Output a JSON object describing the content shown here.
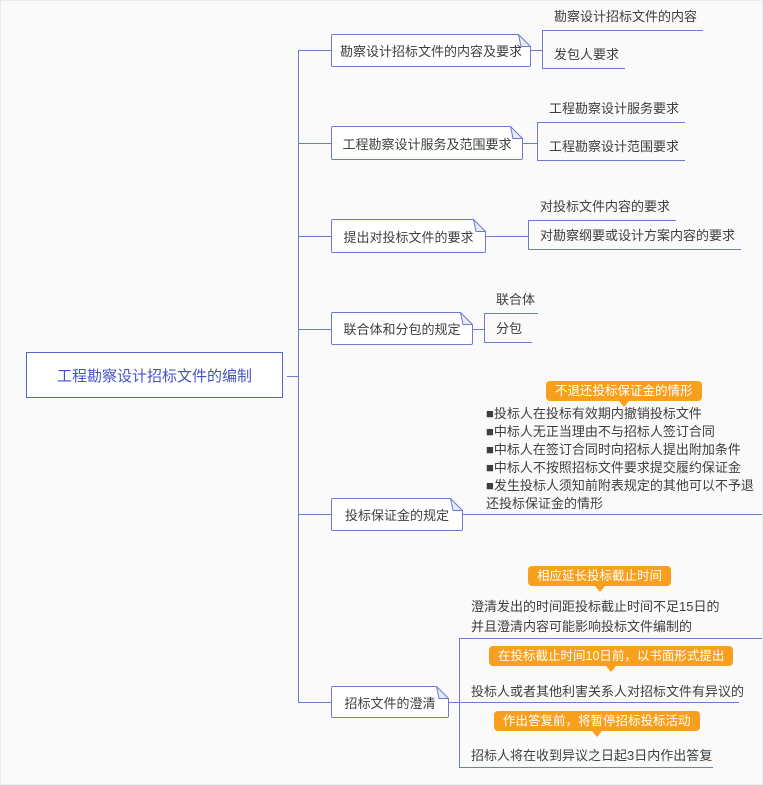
{
  "root": {
    "label": "工程勘察设计招标文件的编制"
  },
  "colors": {
    "background": "#fafafa",
    "line_blue": "#6d7acd",
    "root_text_blue": "#4254c5",
    "text_dark": "#3e3e3e",
    "badge_orange": "#f8a01e",
    "badge_text": "#ffffff",
    "node_fill": "#ffffff"
  },
  "branches": [
    {
      "label": "勘察设计招标文件的内容及要求",
      "children": [
        {
          "label": "勘察设计招标文件的内容"
        },
        {
          "label": "发包人要求"
        }
      ]
    },
    {
      "label": "工程勘察设计服务及范围要求",
      "children": [
        {
          "label": "工程勘察设计服务要求"
        },
        {
          "label": "工程勘察设计范围要求"
        }
      ]
    },
    {
      "label": "提出对投标文件的要求",
      "children": [
        {
          "label": "对投标文件内容的要求"
        },
        {
          "label": "对勘察纲要或设计方案内容的要求"
        }
      ]
    },
    {
      "label": "联合体和分包的规定",
      "children": [
        {
          "label": "联合体"
        },
        {
          "label": "分包"
        }
      ]
    },
    {
      "label": "投标保证金的规定",
      "children": [
        {
          "callout": "不退还投标保证金的情形",
          "lines": [
            "■投标人在投标有效期内撤销投标文件",
            "■中标人无正当理由不与招标人签订合同",
            "■中标人在签订合同时向招标人提出附加条件",
            "■中标人不按照招标文件要求提交履约保证金",
            "■发生投标人须知前附表规定的其他可以不予退",
            "还投标保证金的情形"
          ]
        }
      ]
    },
    {
      "label": "招标文件的澄清",
      "children": [
        {
          "callout": "相应延长投标截止时间",
          "lines": [
            "澄清发出的时间距投标截止时间不足15日的",
            "并且澄清内容可能影响投标文件编制的"
          ]
        },
        {
          "callout": "在投标截止时间10日前，以书面形式提出",
          "lines": [
            "投标人或者其他利害关系人对招标文件有异议的"
          ]
        },
        {
          "callout": "作出答复前，将暂停招标投标活动",
          "lines": [
            "招标人将在收到异议之日起3日内作出答复"
          ]
        }
      ]
    }
  ]
}
